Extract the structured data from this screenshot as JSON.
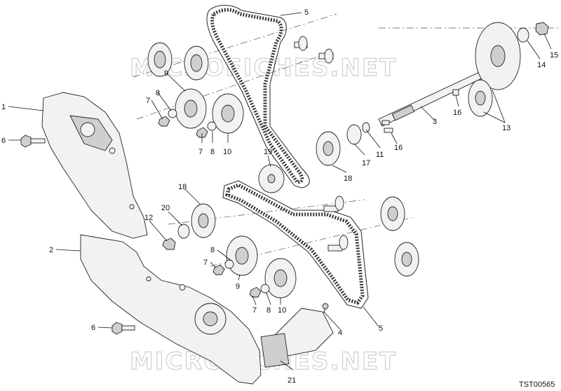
{
  "diagram_code": "TST00565",
  "watermark_text": "MICROFICHES.NET",
  "callouts": {
    "c1": "1",
    "c2": "2",
    "c3": "3",
    "c4": "4",
    "c5a": "5",
    "c5b": "5",
    "c6a": "6",
    "c6b": "6",
    "c7a": "7",
    "c7b": "7",
    "c7c": "7",
    "c7d": "7",
    "c8a": "8",
    "c8b": "8",
    "c8c": "8",
    "c8d": "8",
    "c9a": "9",
    "c9b": "9",
    "c10a": "10",
    "c10b": "10",
    "c11": "11",
    "c12": "12",
    "c13": "13",
    "c14": "14",
    "c15": "15",
    "c16a": "16",
    "c16b": "16",
    "c17": "17",
    "c18a": "18",
    "c18b": "18",
    "c19": "19",
    "c20": "20",
    "c21": "21"
  }
}
